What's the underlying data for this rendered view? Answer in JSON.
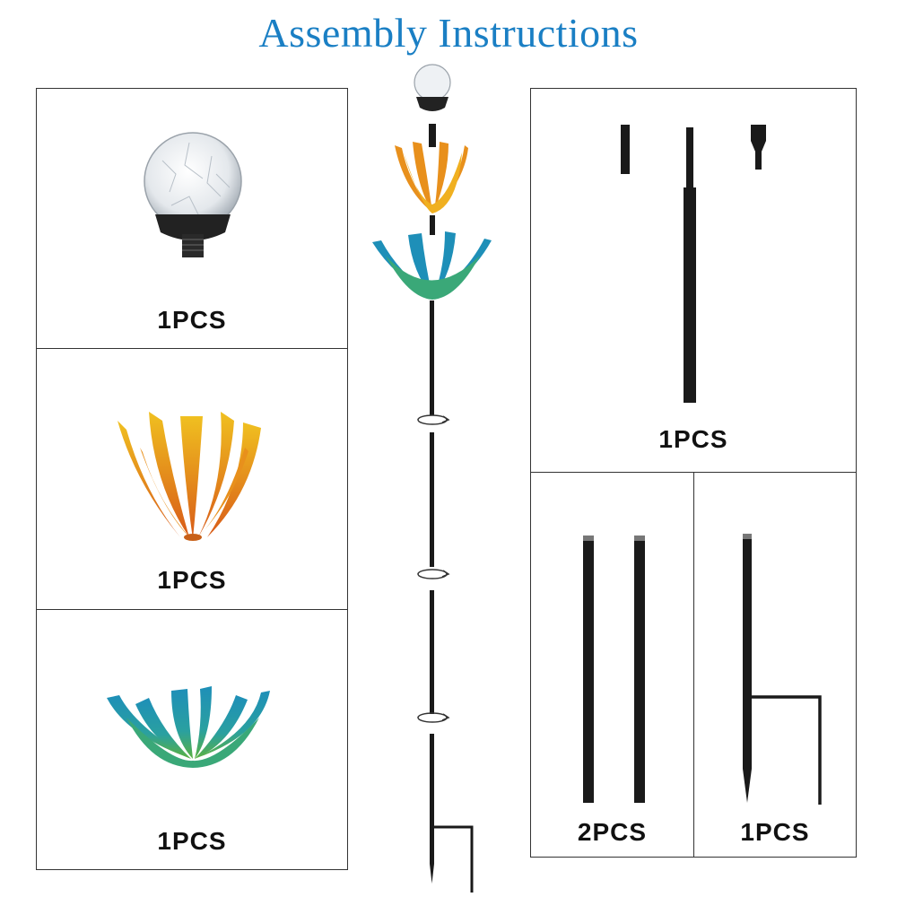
{
  "header": {
    "title": "Assembly Instructions"
  },
  "parts": {
    "solar_light": {
      "icon": "solar-globe-light-icon",
      "qty": "1PCS"
    },
    "orange_flower": {
      "icon": "orange-metal-flower-icon",
      "qty": "1PCS"
    },
    "teal_flower": {
      "icon": "teal-metal-flower-icon",
      "qty": "1PCS"
    },
    "connectors_pole": {
      "icon": "pole-connectors-icon",
      "qty": "1PCS"
    },
    "middle_poles": {
      "icon": "middle-poles-icon",
      "qty": "2PCS"
    },
    "ground_stake": {
      "icon": "ground-stake-icon",
      "qty": "1PCS"
    }
  },
  "assembly": {
    "icon": "assembled-stake-light-icon",
    "rotate_icon": "rotate-arrow-icon"
  },
  "colors": {
    "title": "#1a7fc4",
    "pole": "#1a1a1a",
    "orange": "#e07820",
    "yellow": "#f0c020",
    "teal": "#1e8fb8",
    "green": "#5ab040"
  }
}
